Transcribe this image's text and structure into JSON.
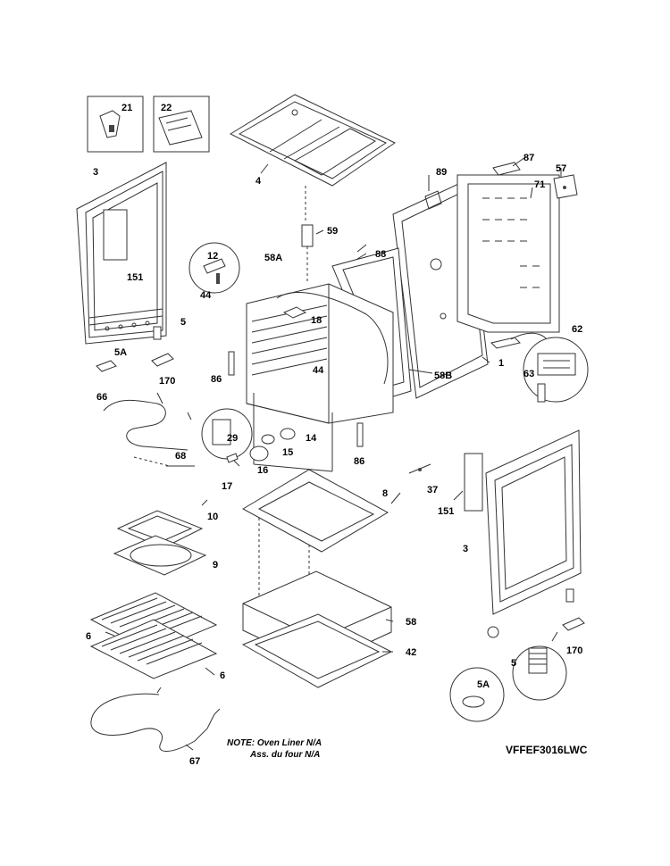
{
  "part_labels": [
    "21",
    "22",
    "3",
    "4",
    "89",
    "87",
    "57",
    "71",
    "59",
    "88",
    "12",
    "58A",
    "44",
    "151",
    "5",
    "5A",
    "170",
    "18",
    "86",
    "44",
    "1",
    "58B",
    "62",
    "63",
    "66",
    "29",
    "14",
    "15",
    "68",
    "16",
    "86",
    "17",
    "8",
    "37",
    "151",
    "3",
    "10",
    "9",
    "58",
    "6",
    "6",
    "42",
    "5",
    "170",
    "5A",
    "67"
  ],
  "note": {
    "line1": "NOTE: Oven Liner N/A",
    "line2": "Ass. du four N/A"
  },
  "model": "VFFEF3016LWC"
}
